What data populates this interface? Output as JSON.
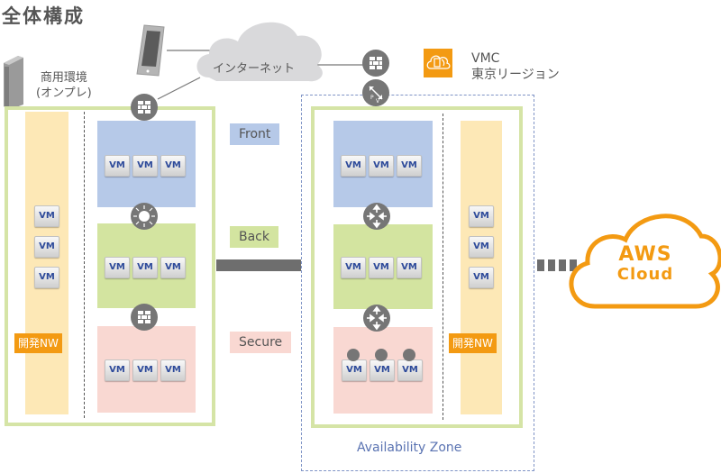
{
  "title": "全体構成",
  "internet": {
    "label": "インターネット"
  },
  "onprem": {
    "label_line1": "商用環境",
    "label_line2": "(オンプレ)"
  },
  "vmc": {
    "label_line1": "VMC",
    "label_line2": "東京リージョン"
  },
  "segments": {
    "front": "Front",
    "back": "Back",
    "secure": "Secure"
  },
  "dev_network": {
    "label": "開発NW"
  },
  "vm_label": "VM",
  "availability_zone": {
    "label": "Availability Zone"
  },
  "aws": {
    "line1": "AWS",
    "line2": "Cloud"
  },
  "colors": {
    "front": "#b6c9e8",
    "back": "#d3e4a0",
    "secure": "#f9d8d2",
    "dev": "#fde8b6",
    "accent_orange": "#f39a12",
    "frame_green": "#d5e4a6",
    "az_dash": "#7f94c6",
    "connector_gray": "#6e6e6e",
    "icon_gray": "#767676"
  },
  "icons": {
    "server": "server-tower-icon",
    "tablet": "tablet-icon",
    "cloud": "cloud-icon",
    "firewall": "firewall-brick-icon",
    "switch": "layer3-switch-icon",
    "router": "router-icon",
    "vpn": "vpn-gateway-icon",
    "vmc_badge": "vmc-cloud-sync-icon"
  }
}
